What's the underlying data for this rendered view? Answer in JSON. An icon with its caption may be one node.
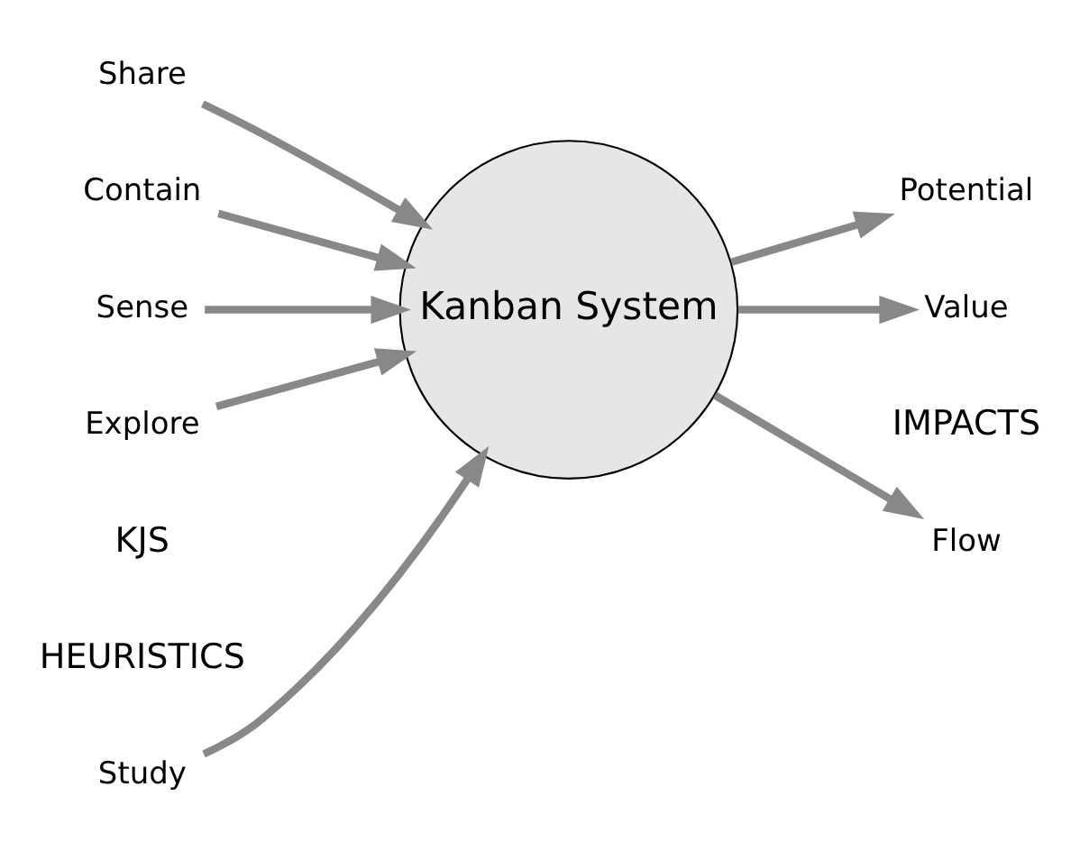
{
  "diagram": {
    "nodes": [
      {
        "text": [
          "Study"
        ]
      },
      {
        "text": [
          "Share"
        ]
      },
      {
        "text": [
          "Contain"
        ]
      },
      {
        "text": [
          "Sense"
        ]
      },
      {
        "text": [
          "Explore"
        ]
      },
      {
        "text": [
          "Kanban System"
        ]
      },
      {
        "text": [
          "Flow"
        ]
      },
      {
        "text": [
          "Potential"
        ]
      },
      {
        "text": [
          "Value"
        ]
      }
    ],
    "edges": [
      {
        "from": 0,
        "to": 5,
        "arrow": "to"
      },
      {
        "from": 1,
        "to": 5,
        "arrow": "to"
      },
      {
        "from": 2,
        "to": 5,
        "arrow": "to"
      },
      {
        "from": 3,
        "to": 5,
        "arrow": "to"
      },
      {
        "from": 4,
        "to": 5,
        "arrow": "to"
      },
      {
        "from": 5,
        "to": 6,
        "arrow": "to"
      },
      {
        "from": 5,
        "to": 7,
        "arrow": "to"
      },
      {
        "from": 5,
        "to": 8,
        "arrow": "to"
      }
    ],
    "labels": [
      "HEURISTICS",
      "IMPACTS",
      "KJS"
    ]
  }
}
